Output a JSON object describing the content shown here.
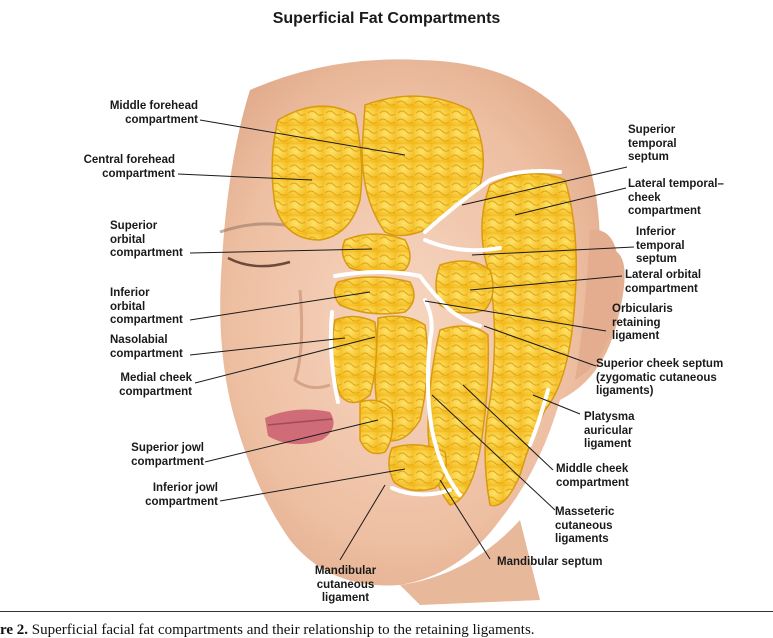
{
  "title": "Superficial Fat Compartments",
  "labels": {
    "middle_forehead": "Middle forehead\ncompartment",
    "central_forehead": "Central forehead\ncompartment",
    "superior_orbital": "Superior\norbital\ncompartment",
    "inferior_orbital": "Inferior\norbital\ncompartment",
    "nasolabial": "Nasolabial\ncompartment",
    "medial_cheek": "Medial cheek\ncompartment",
    "superior_jowl": "Superior jowl\ncompartment",
    "inferior_jowl": "Inferior jowl\ncompartment",
    "mandibular_cutaneous": "Mandibular\ncutaneous\nligament",
    "superior_temporal_septum": "Superior\ntemporal\nseptum",
    "lateral_temporal_cheek": "Lateral temporal–\ncheek\ncompartment",
    "inferior_temporal_septum": "Inferior\ntemporal\nseptum",
    "lateral_orbital": "Lateral orbital\ncompartment",
    "orbicularis_retaining": "Orbicularis\nretaining\nligament",
    "superior_cheek_septum": "Superior cheek septum\n(zygomatic cutaneous\nligaments)",
    "platysma_auricular": "Platysma\nauricular\nligament",
    "middle_cheek": "Middle cheek\ncompartment",
    "masseteric_cutaneous": "Masseteric\ncutaneous\nligaments",
    "mandibular_septum": "Mandibular septum"
  },
  "caption": {
    "figure_label": "re 2.",
    "text": " Superficial facial fat compartments and their relationship to the retaining ligaments."
  },
  "colors": {
    "fat": "#f6c326",
    "fat_light": "#fde36a",
    "fat_edge": "#d99a10",
    "skin": "#f1c9b0",
    "septum": "#ffffff",
    "lip": "#cf6c78"
  }
}
